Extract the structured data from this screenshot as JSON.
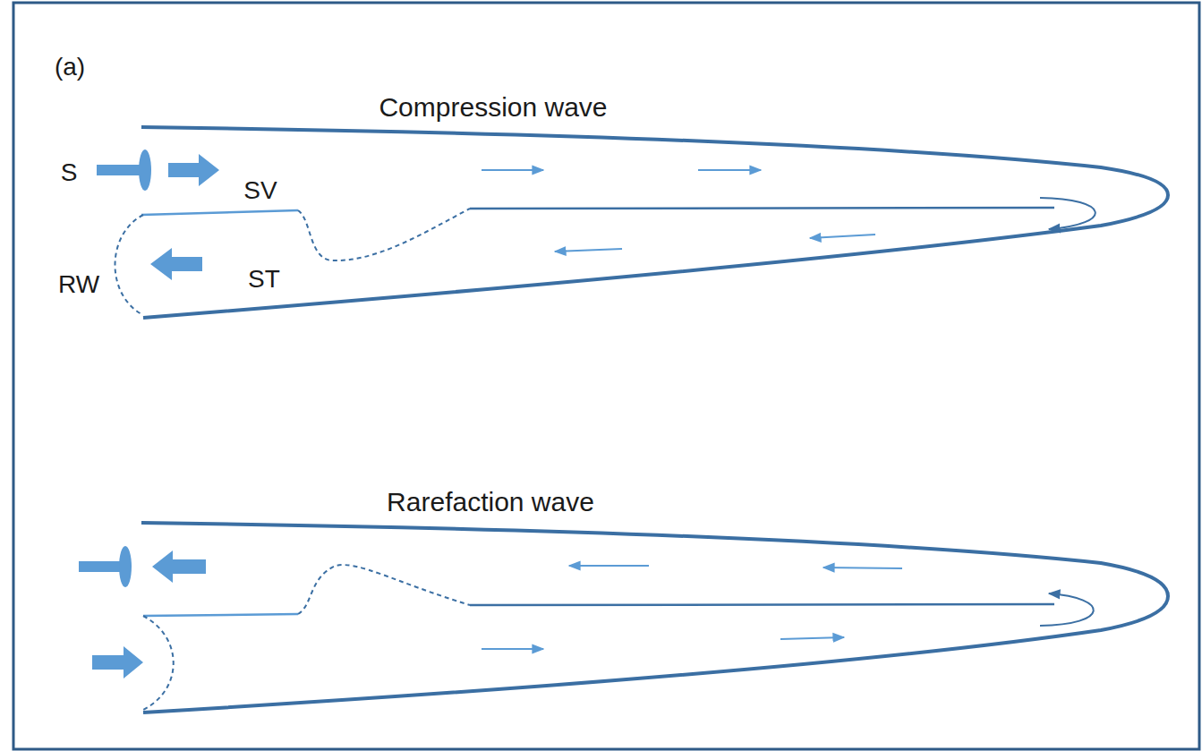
{
  "diagram": {
    "labels": [
      "(a)",
      "Compression wave",
      "S",
      "SV",
      "RW",
      "ST",
      "Rarefaction wave"
    ]
  }
}
